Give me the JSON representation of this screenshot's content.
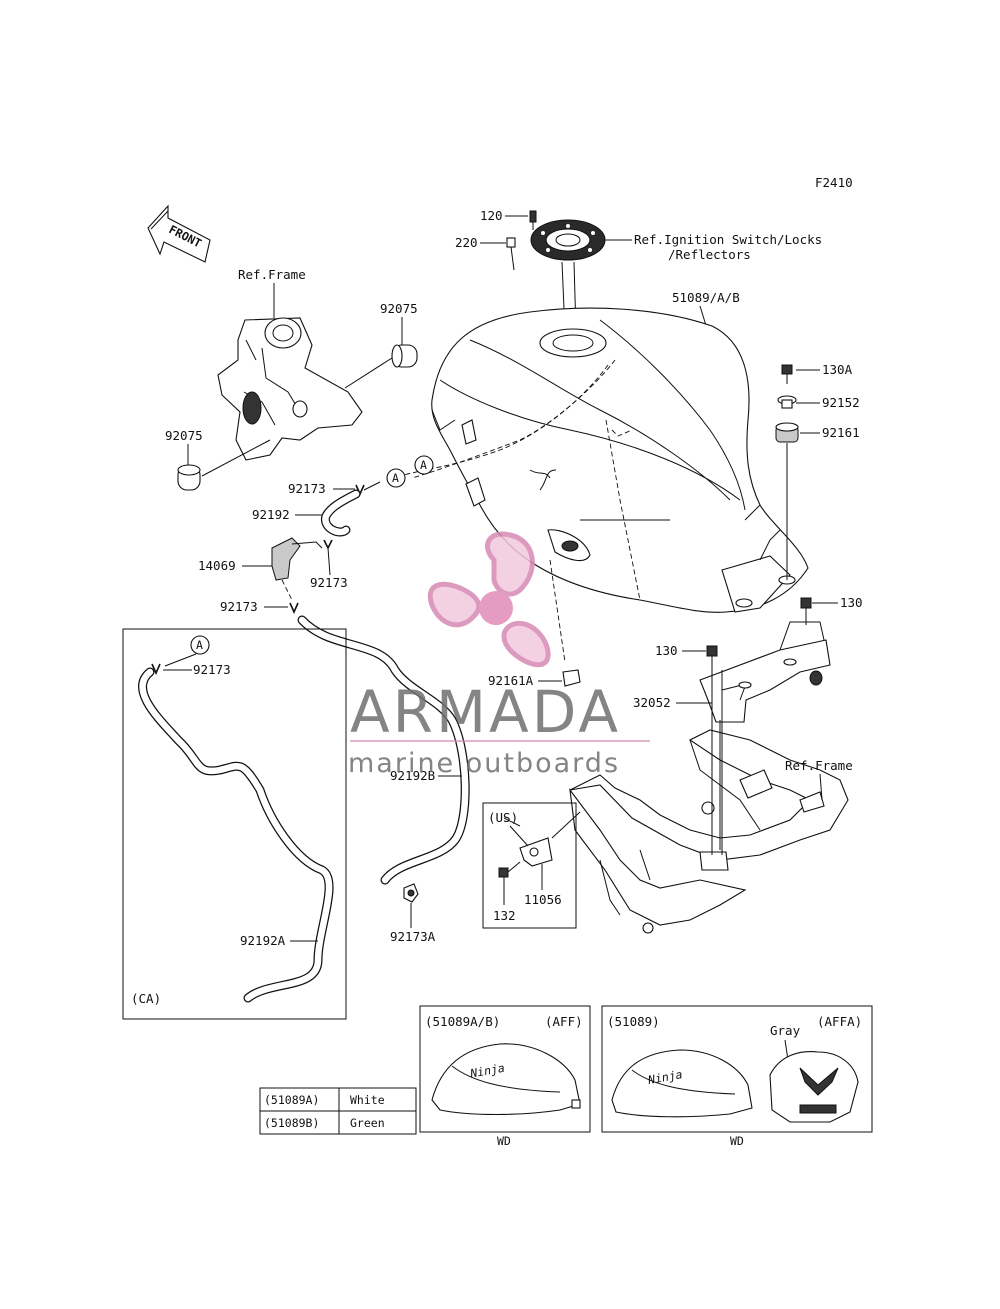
{
  "diagram": {
    "figure_code": "F2410",
    "front_label": "FRONT",
    "refs": {
      "frame_top": "Ref.Frame",
      "frame_right": "Ref.Frame",
      "ignition_line1": "Ref.Ignition Switch/Locks",
      "ignition_line2": "/Reflectors"
    },
    "parts": {
      "p120": "120",
      "p220": "220",
      "p51089": "51089/A/B",
      "p92075_top": "92075",
      "p92075_left": "92075",
      "p130A": "130A",
      "p92152": "92152",
      "p92161": "92161",
      "p92173_a": "92173",
      "p92192": "92192",
      "p14069": "14069",
      "p92173_b": "92173",
      "p92173_c": "92173",
      "p92173_d": "92173",
      "p130_right": "130",
      "p130_mid": "130",
      "p92161A": "92161A",
      "p32052": "32052",
      "p92192B": "92192B",
      "p92173A": "92173A",
      "p11056": "11056",
      "p132": "132",
      "p92192A": "92192A"
    },
    "callout": "A",
    "us_box_label": "(US)",
    "ca_box_label": "(CA)",
    "variant_left": {
      "code": "(51089A/B)",
      "market": "(AFF)",
      "caption": "WD"
    },
    "variant_right": {
      "code": "(51089)",
      "market": "(AFFA)",
      "color_note": "Gray",
      "caption": "WD"
    },
    "color_table": {
      "rows": [
        {
          "part": "(51089A)",
          "color": "White"
        },
        {
          "part": "(51089B)",
          "color": "Green"
        }
      ]
    }
  },
  "watermark": {
    "brand": "ARMADA",
    "tagline": "marine outboards",
    "colors": {
      "gray": "#6f6f6f",
      "pink": "#d889b4",
      "pink_light": "#f2c9dd"
    }
  }
}
